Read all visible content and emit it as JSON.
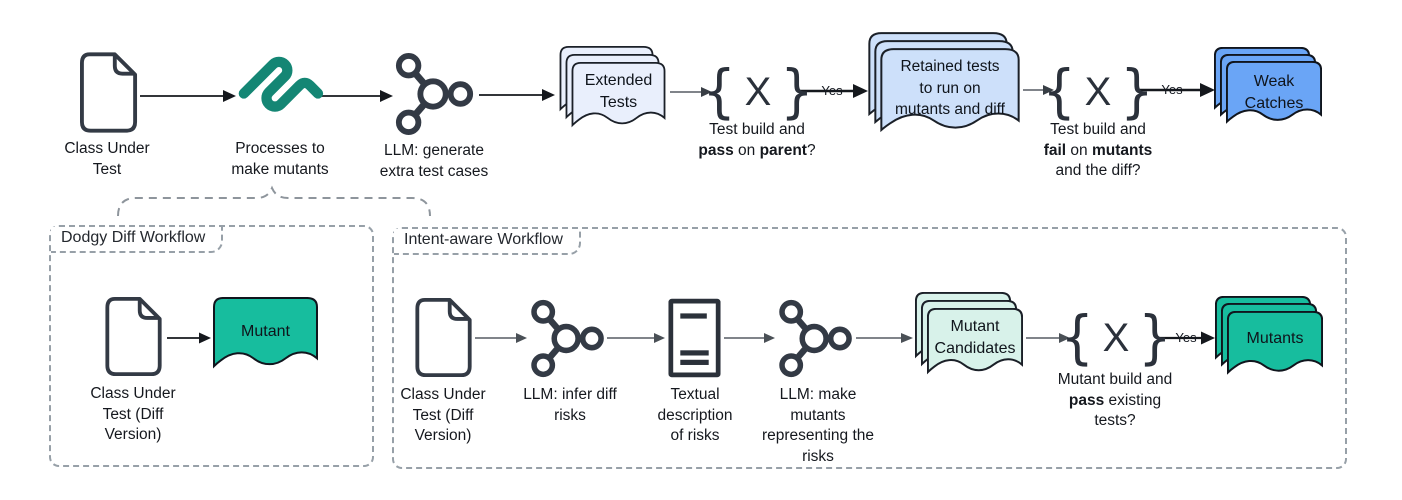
{
  "glyphs": {
    "brace_open": "{",
    "x": "X",
    "brace_close": "}"
  },
  "colors": {
    "squiggle_teal": "#148674",
    "teal_fill": "#17bd9e",
    "extended_fill": "#e9effc",
    "retained_fill": "#cde0fa",
    "weak_catches_fill": "#6aa5f6",
    "candidates_fill": "#d8f2ea",
    "icon_stroke": "#333a45",
    "arrow_black": "#15181d",
    "arrow_gray": "#565c63",
    "dashed_gray": "#97a0a8"
  },
  "icons": {
    "document": "document-icon",
    "processes": "processes-squiggle-icon",
    "llm": "llm-network-icon",
    "textual": "textual-document-icon",
    "stack": "stacked-documents",
    "decision": "curly-brace-decision"
  },
  "top_flow": {
    "class_under_test_label": "Class Under\nTest",
    "processes_label": "Processes to\nmake mutants",
    "llm_generate_label": "LLM: generate\nextra test cases",
    "extended_tests_text": "Extended\nTests",
    "decision_pass_parent": [
      {
        "t": "Test build and\n"
      },
      {
        "t": "pass",
        "b": true
      },
      {
        "t": " on "
      },
      {
        "t": "parent",
        "b": true
      },
      {
        "t": "?"
      }
    ],
    "yes1": "Yes",
    "retained_tests_text": "Retained tests\nto run on\nmutants and diff",
    "decision_fail_mutants": [
      {
        "t": "Test build and\n"
      },
      {
        "t": "fail",
        "b": true
      },
      {
        "t": " on "
      },
      {
        "t": "mutants",
        "b": true
      },
      {
        "t": "\nand the diff?"
      }
    ],
    "yes2": "Yes",
    "weak_catches_text": "Weak\nCatches"
  },
  "dodgy_workflow": {
    "title": "Dodgy Diff Workflow",
    "class_under_test_diff_label": "Class Under\nTest (Diff\nVersion)",
    "mutant_text": "Mutant"
  },
  "intent_workflow": {
    "title": "Intent-aware Workflow",
    "class_under_test_diff_label": "Class Under\nTest (Diff\nVersion)",
    "llm_infer_label": "LLM: infer diff\nrisks",
    "textual_label": "Textual\ndescription\nof risks",
    "llm_make_label": "LLM: make\nmutants\nrepresenting the\nrisks",
    "mutant_candidates_text": "Mutant\nCandidates",
    "decision_pass_existing": [
      {
        "t": "Mutant build and\n"
      },
      {
        "t": "pass",
        "b": true
      },
      {
        "t": " existing\ntests?"
      }
    ],
    "yes": "Yes",
    "mutants_text": "Mutants"
  }
}
